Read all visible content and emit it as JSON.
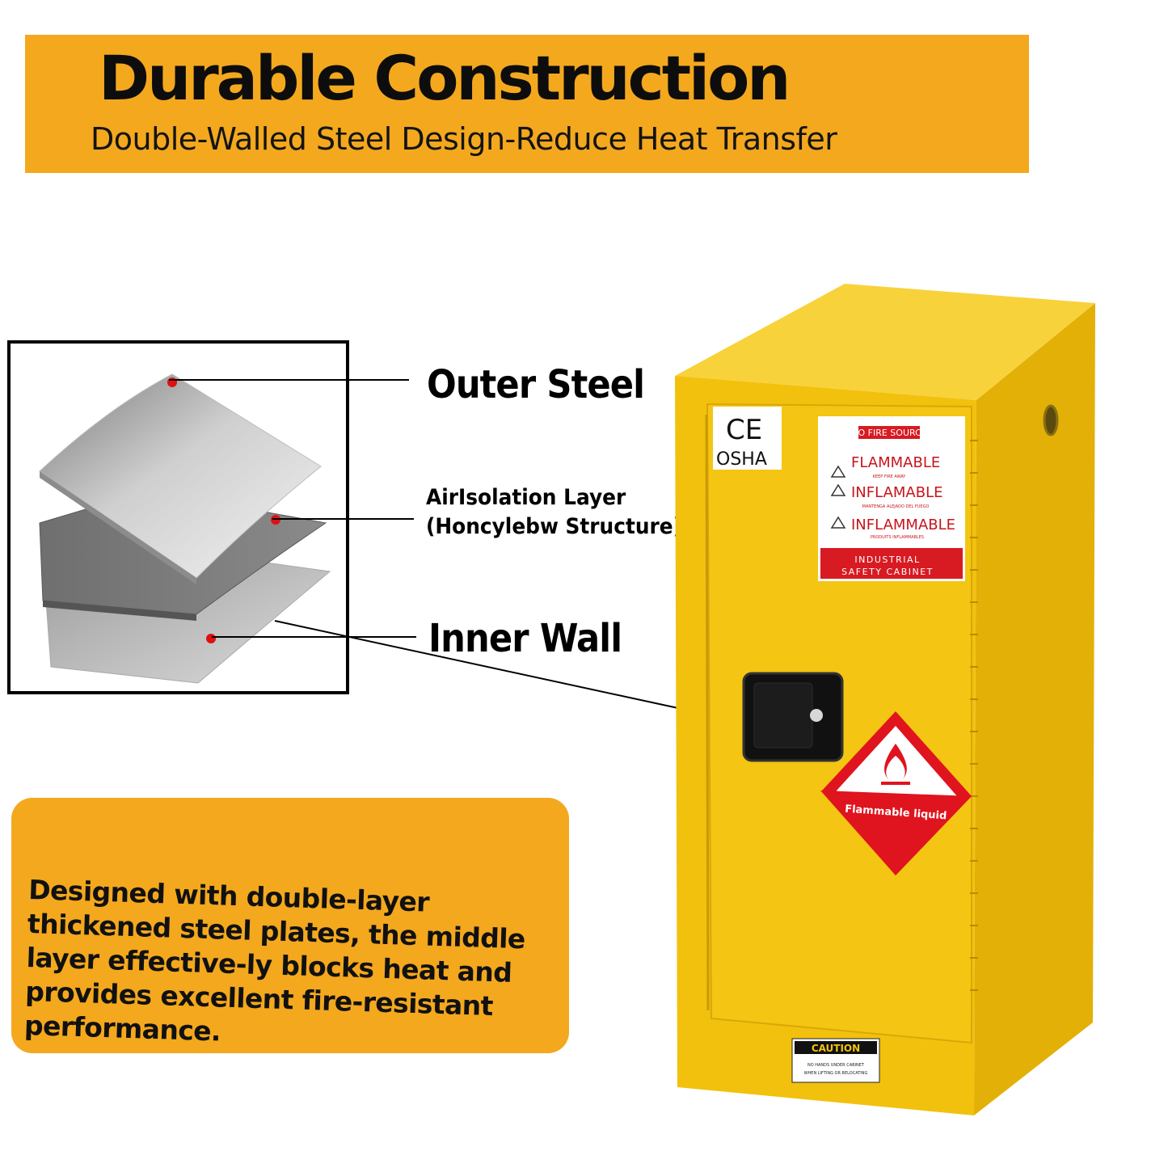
{
  "header": {
    "title": "Durable Construction",
    "subtitle": "Double-Walled Steel Design-Reduce Heat Transfer"
  },
  "layers": {
    "outer": "Outer Steel",
    "middle_line1": "AirIsolation Layer",
    "middle_line2": "(Honcylebw Structure)",
    "inner": "Inner Wall"
  },
  "description": "Designed with double-layer thickened steel plates, the middle layer effective-ly blocks heat and provides excellent fire-resistant performance.",
  "cabinet": {
    "cert_ce": "CE",
    "cert_osha": "OSHA",
    "label_header": "NO FIRE SOURCE",
    "warn1": "FLAMMABLE",
    "warn1_sub": "KEEP FIRE AWAY",
    "warn2": "INFLAMABLE",
    "warn2_sub": "MANTENGA ALEJADO DEL FUEGO",
    "warn3": "INFLAMMABLE",
    "warn3_sub": "PRODUITS INFLAMMABLES",
    "label_footer1": "INDUSTRIAL",
    "label_footer2": "SAFETY CABINET",
    "diamond_text": "Flammable liquid",
    "caution_title": "CAUTION",
    "caution_line1": "NO HANDS UNDER CABINET",
    "caution_line2": "WHEN LIFTING OR RELOCATING"
  },
  "colors": {
    "banner": "#f4a81e",
    "cabinet": "#f3c20e",
    "hazard_red": "#e0141e"
  }
}
